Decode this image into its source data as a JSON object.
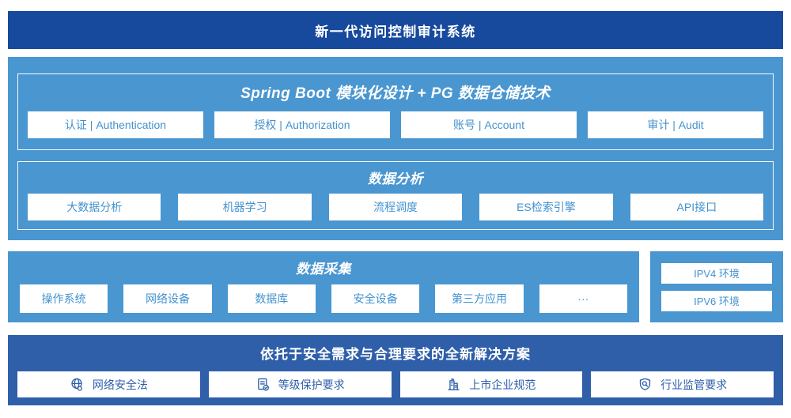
{
  "banner": {
    "title": "新一代访问控制审计系统"
  },
  "platform": {
    "modules": {
      "title": "Spring Boot 模块化设计 + PG 数据仓储技术",
      "items": [
        "认证 | Authentication",
        "授权 | Authorization",
        "账号 | Account",
        "审计 | Audit"
      ]
    },
    "analysis": {
      "title": "数据分析",
      "items": [
        "大数据分析",
        "机器学习",
        "流程调度",
        "ES检索引擎",
        "API接口"
      ]
    }
  },
  "collection": {
    "title": "数据采集",
    "items": [
      "操作系统",
      "网络设备",
      "数据库",
      "安全设备",
      "第三方应用",
      "···"
    ]
  },
  "environments": {
    "items": [
      "IPV4 环境",
      "IPV6 环境"
    ]
  },
  "solution": {
    "title": "依托于安全需求与合理要求的全新解决方案",
    "items": [
      {
        "icon": "globe-icon",
        "label": "网络安全法"
      },
      {
        "icon": "checklist-check-icon",
        "label": "等级保护要求"
      },
      {
        "icon": "building-icon",
        "label": "上市企业规范"
      },
      {
        "icon": "shield-search-icon",
        "label": "行业监管要求"
      }
    ]
  },
  "colors": {
    "banner_blue": "#17499D",
    "section_blue": "#4A96D0",
    "solution_blue": "#2F5FA9",
    "box_text_blue": "#4392CE",
    "white": "#FFFFFF"
  }
}
